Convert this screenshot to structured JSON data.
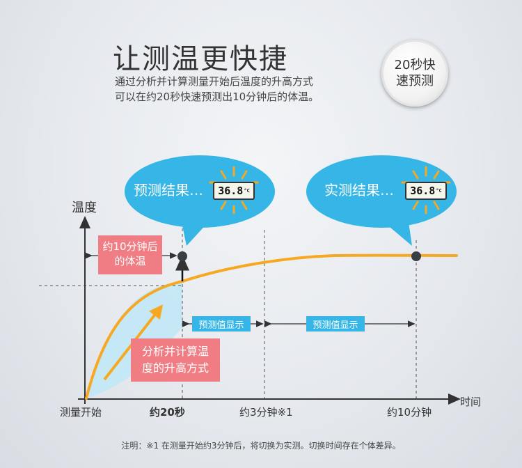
{
  "header": {
    "title": "让测温更快捷",
    "subtitle_line1": "通过分析并计算测量开始后温度的升高方式",
    "subtitle_line2": "可以在约20秒快速预测出10分钟后的体温。"
  },
  "badge": {
    "line1": "20秒快",
    "line2": "速预测"
  },
  "bubbles": {
    "predicted": {
      "label": "预测结果…",
      "reading": "36.8",
      "unit": "°C"
    },
    "actual": {
      "label": "实测结果…",
      "reading": "36.8",
      "unit": "°C"
    }
  },
  "diagram": {
    "y_axis_label": "温度",
    "x_axis_label": "时间",
    "temp_box": "约10分钟后的体温",
    "analysis_box_line1": "分析并计算温",
    "analysis_box_line2": "度的升高方式",
    "predict_label_1": "预测值显示",
    "predict_label_2": "预测值显示",
    "ticks": [
      "测量开始",
      "约20秒",
      "约3分钟※1",
      "约10分钟"
    ]
  },
  "footnote": "注明：※1 在测量开始约3分钟后，将切换为实测。切换时间存在个体差异。",
  "colors": {
    "accent_blue": "#35b6e6",
    "accent_pink": "#f07d84",
    "curve_orange": "#f7a823"
  }
}
